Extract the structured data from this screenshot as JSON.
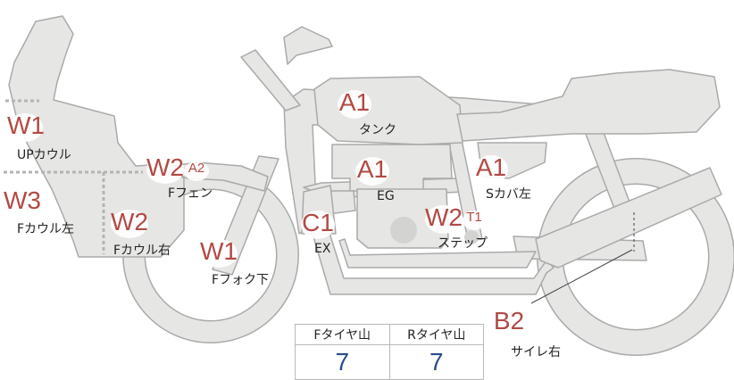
{
  "codes": {
    "tank_code": "A1",
    "eg_code": "A1",
    "scover_code": "A1",
    "upcowl_code": "W1",
    "ffender_code": "W2",
    "ffender_sub_code": "A2",
    "lcowl_code": "W3",
    "rcowl_code": "W2",
    "ffork_code": "W1",
    "ex_code": "C1",
    "step_code": "W2",
    "step_sub_code": "T1",
    "silencer_code": "B2"
  },
  "labels": {
    "tank": "タンク",
    "eg": "EG",
    "scover": "Sカバ左",
    "upcowl": "UPカウル",
    "ffender": "Fフェン",
    "lcowl": "Fカウル左",
    "rcowl": "Fカウル右",
    "ffork": "Fフォク下",
    "ex": "EX",
    "step": "ステップ",
    "silencer": "サイレ右"
  },
  "tire_table": {
    "front_header": "Fタイヤ山",
    "rear_header": "Rタイヤ山",
    "front_value": "7",
    "rear_value": "7"
  },
  "colors": {
    "body_fill": "#e6e6e4",
    "body_stroke": "#aaaaaa",
    "code_text": "#b24a44",
    "value_text": "#2b4c8c"
  }
}
